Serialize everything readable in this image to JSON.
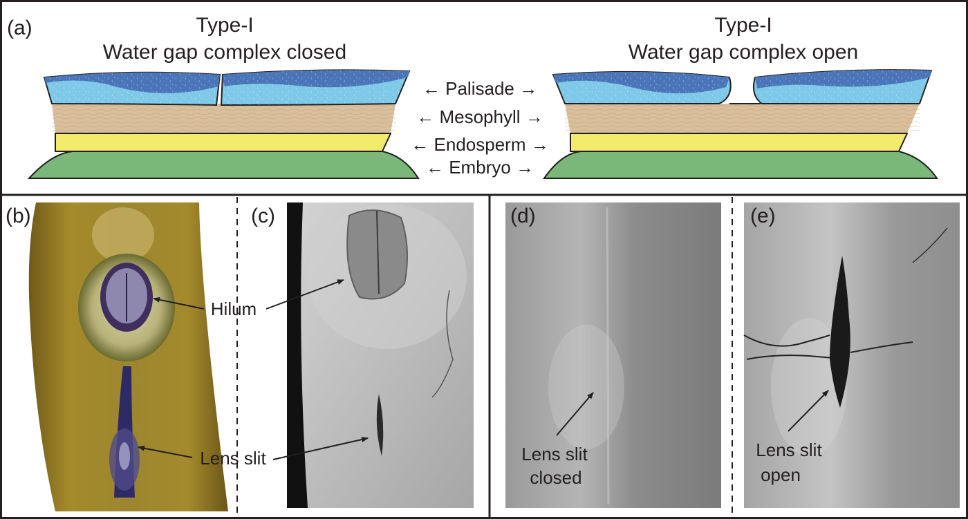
{
  "panel_a": {
    "label": "(a)",
    "left_title": {
      "line1": "Type-I",
      "line2": "Water gap complex closed"
    },
    "right_title": {
      "line1": "Type-I",
      "line2": "Water gap complex open"
    },
    "layers": {
      "palisade": "← Palisade →",
      "mesophyll": "← Mesophyll →",
      "endosperm": "← Endosperm →",
      "embryo": "← Embryo →"
    },
    "colors": {
      "palisade_dark": "#4a75b8",
      "palisade_light": "#7ec8e8",
      "mesophyll": "#d9bf9c",
      "endosperm": "#f2ea6a",
      "embryo": "#79b879"
    }
  },
  "panel_b": {
    "label": "(b)"
  },
  "panel_c": {
    "label": "(c)"
  },
  "panel_d": {
    "label": "(d)",
    "annotation_line1": "Lens slit",
    "annotation_line2": "closed"
  },
  "panel_e": {
    "label": "(e)",
    "annotation_line1": "Lens slit",
    "annotation_line2": "open"
  },
  "callouts": {
    "hilum": "Hilum",
    "lens_slit": "Lens slit"
  }
}
